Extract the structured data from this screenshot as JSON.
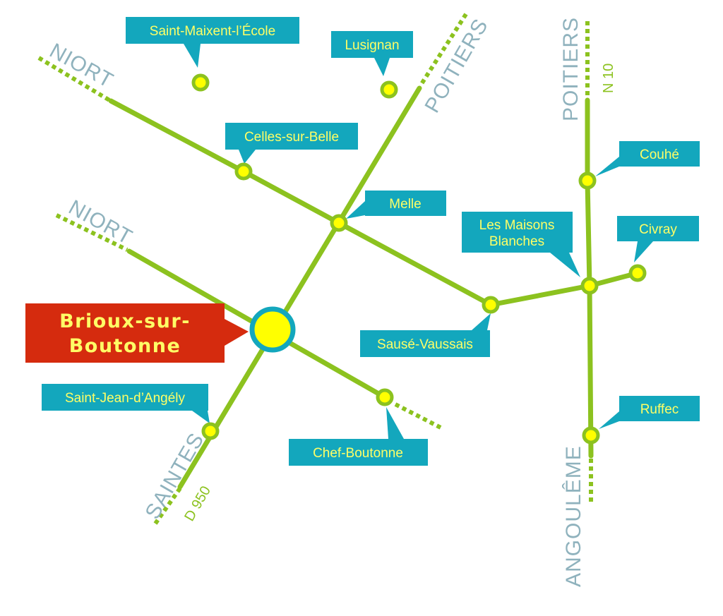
{
  "colors": {
    "road": "#8cc21f",
    "stop_fill": "#ffff00",
    "label_bg": "#13a7bd",
    "label_text": "#ffff66",
    "main_label_bg": "#d52b0e",
    "main_stop_ring": "#13a7bd",
    "direction_text": "#8fb2bd"
  },
  "main_town": {
    "label_line1": "Brioux-sur-",
    "label_line2": "Boutonne"
  },
  "towns": {
    "saint_maixent": "Saint-Maixent-l’École",
    "lusignan": "Lusignan",
    "celles_sur_belle": "Celles-sur-Belle",
    "melle": "Melle",
    "couhe": "Couhé",
    "civray": "Civray",
    "les_maisons_blanches_1": "Les Maisons",
    "les_maisons_blanches_2": "Blanches",
    "sauze_vaussais": "Sausé-Vaussais",
    "saint_jean_d_angely": "Saint-Jean-d’Angély",
    "chef_boutonne": "Chef-Boutonne",
    "ruffec": "Ruffec"
  },
  "directions": {
    "niort_top": "NIORT",
    "niort_mid": "NIORT",
    "poitiers_diag": "POITIERS",
    "poitiers_vert": "POITIERS",
    "saintes": "SAINTES",
    "angouleme": "ANGOULÊME"
  },
  "roads": {
    "n10": "N 10",
    "d950": "D 950"
  },
  "icons": {
    "stop": "yellow-circle-stop-icon",
    "main_stop": "large-yellow-circle-stop-icon"
  }
}
